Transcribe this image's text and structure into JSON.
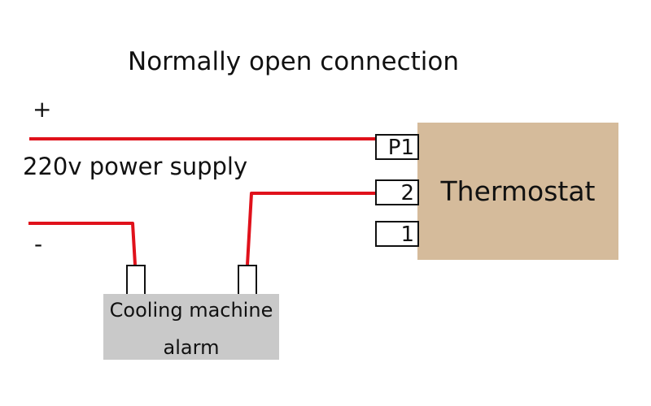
{
  "title": "Normally open connection",
  "power": {
    "plus_label": "+",
    "minus_label": "-",
    "supply_label": "220v power supply"
  },
  "thermostat": {
    "label": "Thermostat",
    "terminals": [
      "P1",
      "2",
      "1"
    ]
  },
  "alarm": {
    "label_line1": "Cooling machine",
    "label_line2": "alarm"
  },
  "colors": {
    "wire": "#e0111b",
    "thermostat_fill": "#d5bb9b",
    "alarm_fill": "#c9c9c9"
  }
}
